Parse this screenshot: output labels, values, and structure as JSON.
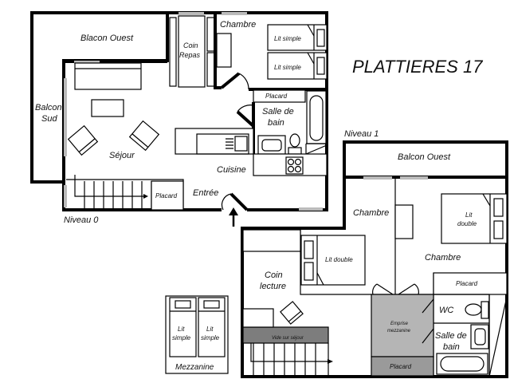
{
  "title": "PLATTIERES 17",
  "niveau0": {
    "label": "Niveau 0",
    "rooms": {
      "balcon_ouest": "Blacon Ouest",
      "balcon_sud_1": "Balcon",
      "balcon_sud_2": "Sud",
      "coin_repas_1": "Coin",
      "coin_repas_2": "Repas",
      "chambre": "Chambre",
      "lit_simple_1": "Lit simple",
      "lit_simple_2": "Lit simple",
      "placard_sdb": "Placard",
      "salle_de_bain_1": "Salle de",
      "salle_de_bain_2": "bain",
      "sejour": "Séjour",
      "cuisine": "Cuisine",
      "entree": "Entrée",
      "placard_entree": "Placard"
    }
  },
  "niveau1": {
    "label": "Niveau 1",
    "rooms": {
      "balcon_ouest": "Balcon Ouest",
      "chambre_1": "Chambre",
      "chambre_2": "Chambre",
      "lit_double_1": "Lit double",
      "lit_double_2a": "Lit",
      "lit_double_2b": "double",
      "coin_lecture_1": "Coin",
      "coin_lecture_2": "lecture",
      "placard_chambre": "Placard",
      "wc": "WC",
      "emprise_1": "Emprise",
      "emprise_2": "mezzanine",
      "salle_de_bain_1": "Salle de",
      "salle_de_bain_2": "bain",
      "vide_sur_sejour": "Vide sur séjour",
      "placard_bas": "Placard"
    }
  },
  "mezzanine": {
    "label": "Mezzanine",
    "lit_a1": "Lit",
    "lit_a2": "simple",
    "lit_b1": "Lit",
    "lit_b2": "simple"
  }
}
